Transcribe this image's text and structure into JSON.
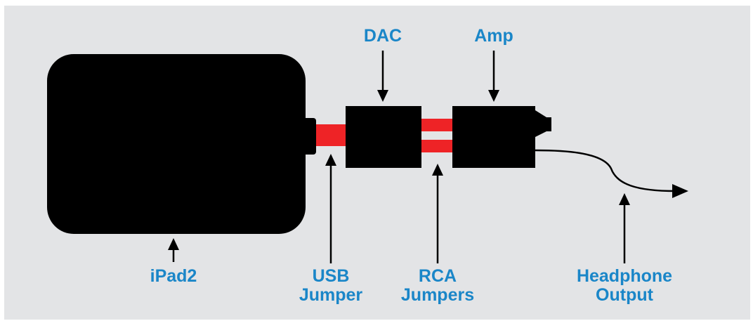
{
  "colors": {
    "background": "#e3e4e6",
    "device": "#000000",
    "cable": "#ee2326",
    "label": "#1a86c8"
  },
  "labels": {
    "dac": "DAC",
    "amp": "Amp",
    "ipad": "iPad2",
    "usb_line1": "USB",
    "usb_line2": "Jumper",
    "rca_line1": "RCA",
    "rca_line2": "Jumpers",
    "headphone_line1": "Headphone",
    "headphone_line2": "Output"
  },
  "icons": {
    "arrow": "arrow-icon"
  }
}
